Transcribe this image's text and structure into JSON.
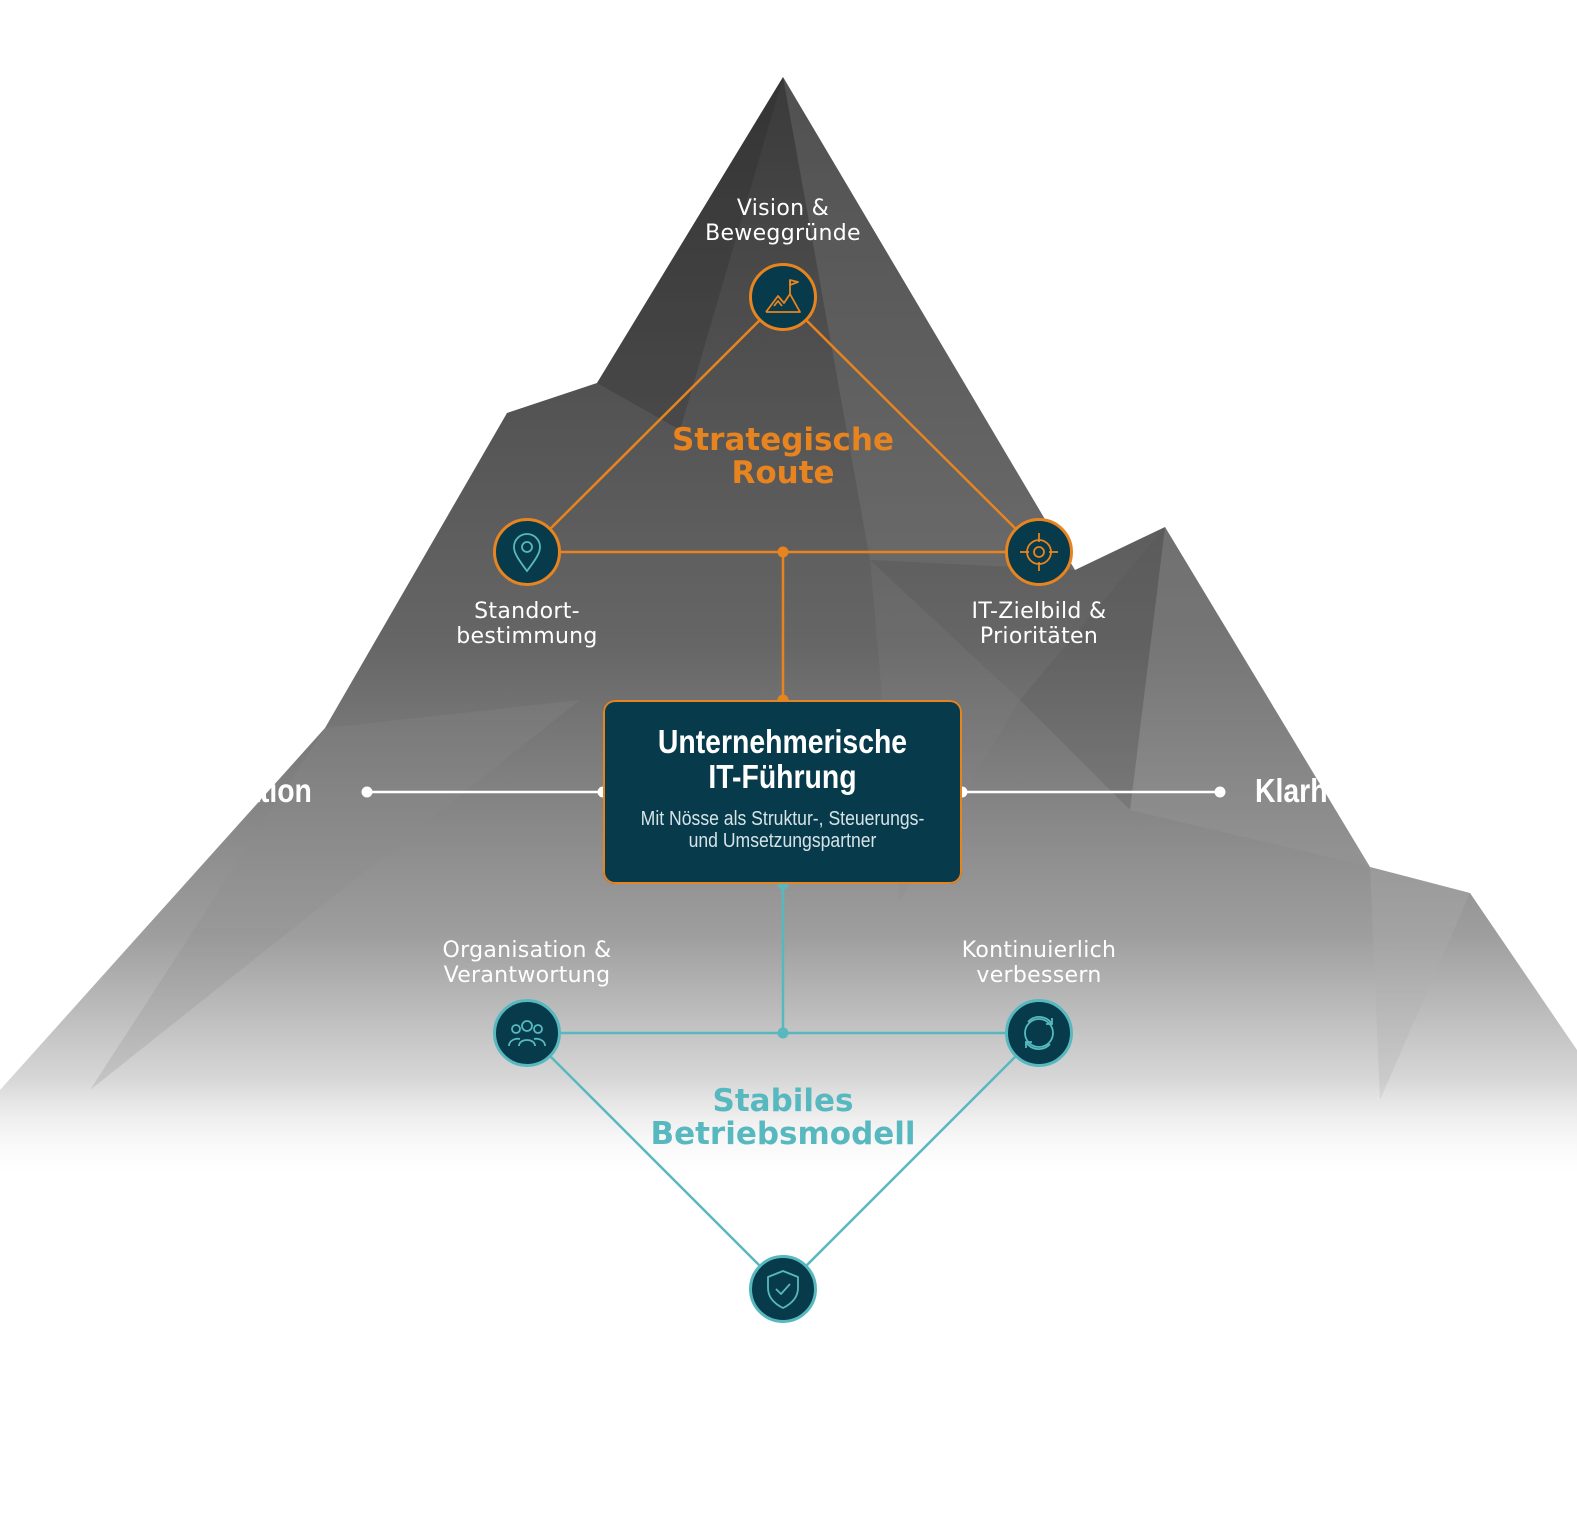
{
  "diagram": {
    "top_group": {
      "title_lines": [
        "Strategische",
        "Route"
      ],
      "color": "#e8841f",
      "nodes": {
        "vision": {
          "label_lines": [
            "Vision &",
            "Beweggründe"
          ],
          "icon": "mountain-flag-icon"
        },
        "standort": {
          "label_lines": [
            "Standort-",
            "bestimmung"
          ],
          "icon": "location-pin-icon"
        },
        "zielbild": {
          "label_lines": [
            "IT-Zielbild &",
            "Prioritäten"
          ],
          "icon": "target-icon"
        }
      }
    },
    "center": {
      "title_lines": [
        "Unternehmerische",
        "IT-Führung"
      ],
      "subtitle_lines": [
        "Mit Nösse als Struktur-, Steuerungs-",
        "und Umsetzungspartner"
      ],
      "fill": "#073a4a"
    },
    "sides": {
      "left": "Motivation",
      "right": "Klarh"
    },
    "bottom_group": {
      "title_lines": [
        "Stabiles",
        "Betriebsmodell"
      ],
      "color": "#57b9bf",
      "nodes": {
        "organisation": {
          "label_lines": [
            "Organisation &",
            "Verantwortung"
          ],
          "icon": "people-group-icon"
        },
        "kontinuierlich": {
          "label_lines": [
            "Kontinuierlich",
            "verbessern"
          ],
          "icon": "refresh-cycle-icon"
        },
        "sicherheit": {
          "label_lines": [],
          "icon": "shield-check-icon"
        }
      }
    }
  }
}
